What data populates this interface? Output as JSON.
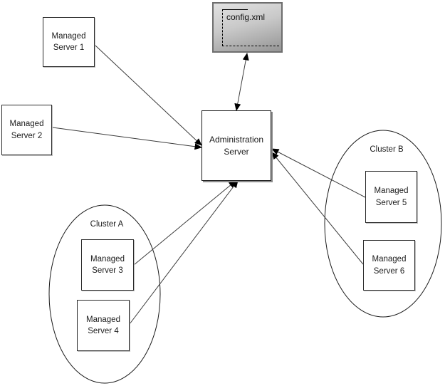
{
  "diagram": {
    "type": "architecture-diagram",
    "nodes": {
      "config": {
        "label": "config.xml"
      },
      "admin": {
        "line1": "Administration",
        "line2": "Server"
      },
      "ms1": {
        "line1": "Managed",
        "line2": "Server 1"
      },
      "ms2": {
        "line1": "Managed",
        "line2": "Server 2"
      },
      "ms3": {
        "line1": "Managed",
        "line2": "Server 3"
      },
      "ms4": {
        "line1": "Managed",
        "line2": "Server 4"
      },
      "ms5": {
        "line1": "Managed",
        "line2": "Server 5"
      },
      "ms6": {
        "line1": "Managed",
        "line2": "Server 6"
      }
    },
    "clusters": {
      "a": {
        "label": "Cluster A",
        "members": [
          "Managed Server 3",
          "Managed Server 4"
        ]
      },
      "b": {
        "label": "Cluster B",
        "members": [
          "Managed Server 5",
          "Managed Server 6"
        ]
      }
    },
    "connections": [
      {
        "from": "managed-server-1",
        "to": "administration-server",
        "arrow": "single"
      },
      {
        "from": "managed-server-2",
        "to": "administration-server",
        "arrow": "single"
      },
      {
        "from": "administration-server",
        "to": "config-xml",
        "arrow": "double"
      },
      {
        "from": "managed-server-3",
        "to": "administration-server",
        "arrow": "single"
      },
      {
        "from": "managed-server-4",
        "to": "administration-server",
        "arrow": "single"
      },
      {
        "from": "managed-server-5",
        "to": "administration-server",
        "arrow": "single"
      },
      {
        "from": "managed-server-6",
        "to": "administration-server",
        "arrow": "single"
      }
    ],
    "colors": {
      "background": "#ffffff",
      "box_fill": "#ffffff",
      "box_border": "#2b2b2b",
      "admin_shadow": "#8c8c8c",
      "config_border": "#6e6e6e",
      "config_gradient_start": "#e2e2e2",
      "config_gradient_end": "#959595",
      "line": "#3a3a3a",
      "text": "#1c1c1c"
    }
  }
}
